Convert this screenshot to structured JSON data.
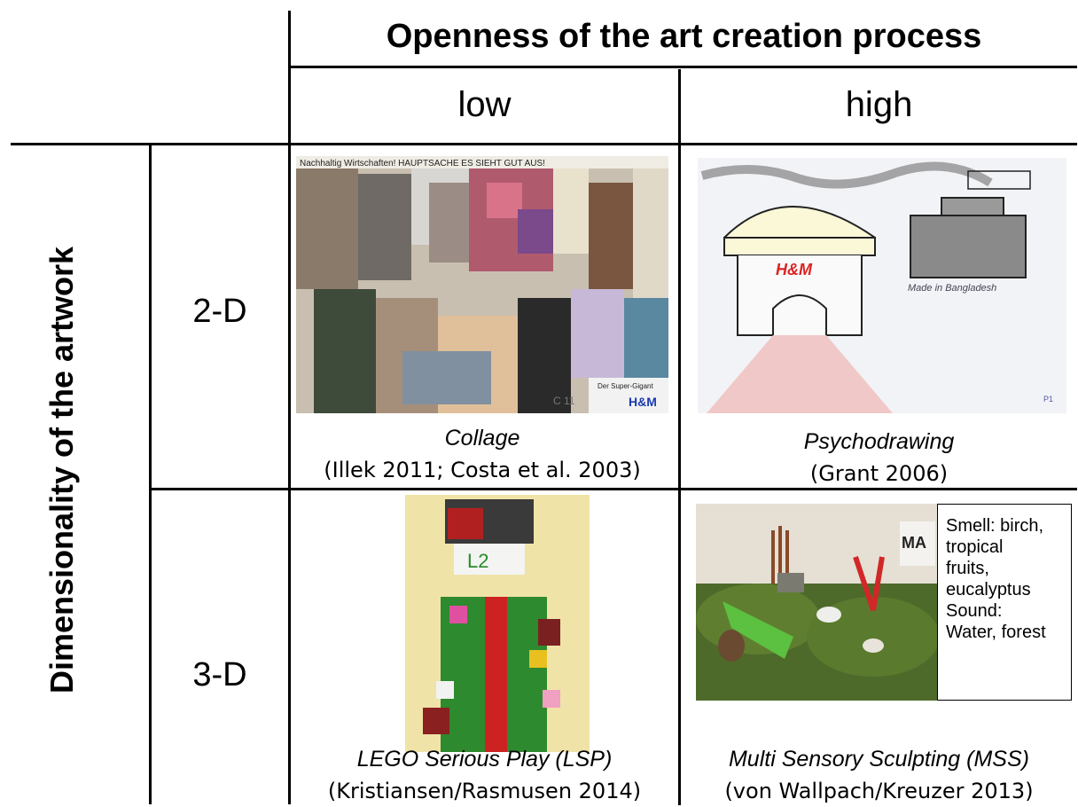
{
  "header": {
    "column_axis_title": "Openness of the art creation process",
    "columns": [
      "low",
      "high"
    ]
  },
  "row_axis_title": "Dimensionality of the artwork",
  "rows": [
    "2-D",
    "3-D"
  ],
  "cells": {
    "collage": {
      "title": "Collage",
      "reference": "(Illek 2011; Costa et al. 2003)"
    },
    "psychodrawing": {
      "title": "Psychodrawing",
      "reference": "(Grant 2006)"
    },
    "lego": {
      "title": "LEGO Serious Play (LSP)",
      "reference": "(Kristiansen/Rasmusen 2014)"
    },
    "mss": {
      "title": "Multi Sensory Sculpting (MSS)",
      "reference": "(von Wallpach/Kreuzer 2013)"
    }
  },
  "images": {
    "collage": {
      "top_text": "Nachhaltig Wirtschaften! HAUPTSACHE ES SIEHT GUT AUS!",
      "brand": "H&M",
      "sticker": "C 11",
      "caption": "Der Super-Gigant"
    },
    "psychodrawing": {
      "brand": "H&M",
      "caption": "Made in Bangladesh",
      "signature": "P1"
    },
    "lego": {
      "label": "L2"
    },
    "mss": {
      "sign": "MA"
    }
  },
  "mss_callout": [
    "Smell: birch,",
    "tropical",
    "fruits,",
    "eucalyptus",
    "Sound:",
    "Water, forest"
  ]
}
